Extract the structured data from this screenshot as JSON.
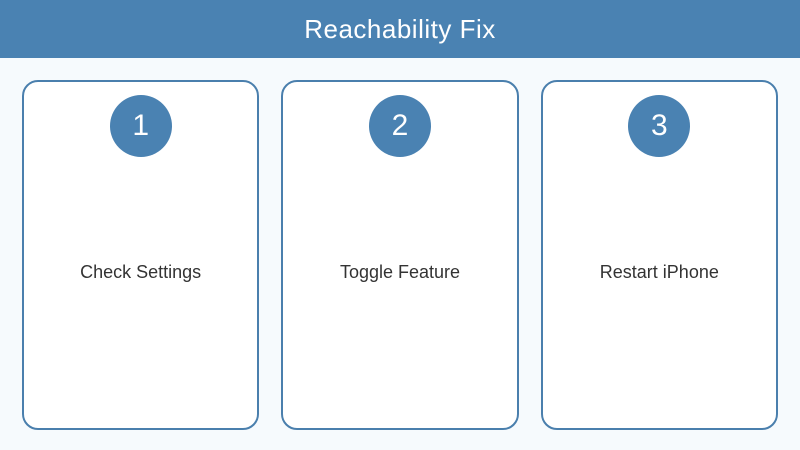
{
  "header": {
    "title": "Reachability Fix"
  },
  "steps": [
    {
      "number": "1",
      "label": "Check Settings"
    },
    {
      "number": "2",
      "label": "Toggle Feature"
    },
    {
      "number": "3",
      "label": "Restart iPhone"
    }
  ],
  "colors": {
    "accent": "#4A82B2",
    "card_border": "#4A7FAD",
    "page_bg": "#F6FAFD",
    "card_bg": "#FFFFFF",
    "text": "#333333",
    "title_text": "#FFFFFF"
  }
}
